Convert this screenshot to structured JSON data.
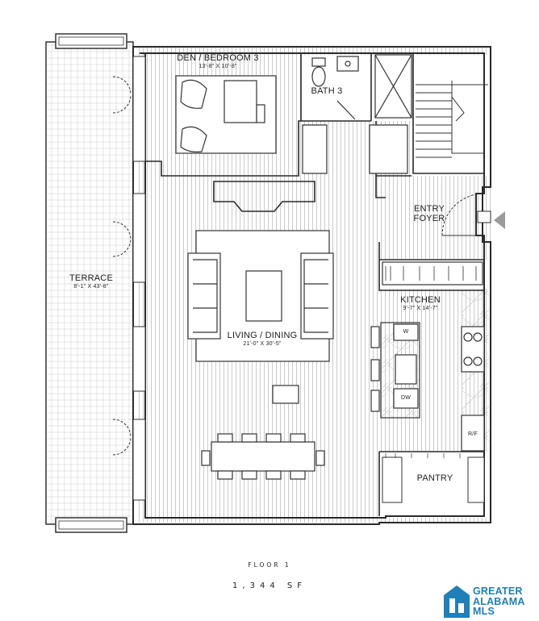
{
  "rooms": {
    "den": {
      "name": "DEN / BEDROOM 3",
      "dims": "13'-8\" X 10'-8\""
    },
    "bath": {
      "name": "BATH 3"
    },
    "entry": {
      "line1": "ENTRY",
      "line2": "FOYER"
    },
    "terrace": {
      "name": "TERRACE",
      "dims": "8'-1\" X 43'-8\""
    },
    "living": {
      "name": "LIVING / DINING",
      "dims": "21'-0\" X 30'-5\""
    },
    "kitchen": {
      "name": "KITCHEN",
      "dims": "9'-7\" X 14'-7\""
    },
    "pantry": {
      "name": "PANTRY"
    }
  },
  "appliances": {
    "washer": "W",
    "dishwasher": "DW",
    "fridge": "R/F"
  },
  "footer": {
    "floor": "FLOOR 1",
    "area": "1,344 SF"
  },
  "brand": {
    "line1": "GREATER",
    "line2": "ALABAMA",
    "line3": "MLS",
    "color": "#1f7fb8"
  }
}
